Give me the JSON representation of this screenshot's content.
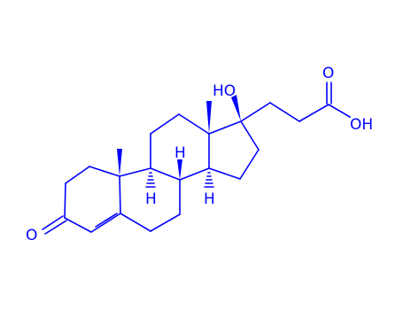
{
  "diagram": {
    "type": "skeletal-structural-formula",
    "line_color": "#0000ff",
    "background": "#ffffff",
    "atom_labels": {
      "carbonyl_oxygen": "O",
      "hydroxyl": "HO",
      "acid_carbonyl_oxygen": "O",
      "acid_hydroxyl": "OH",
      "h_c8": "H",
      "h_c9": "H",
      "h_c14": "H"
    }
  }
}
